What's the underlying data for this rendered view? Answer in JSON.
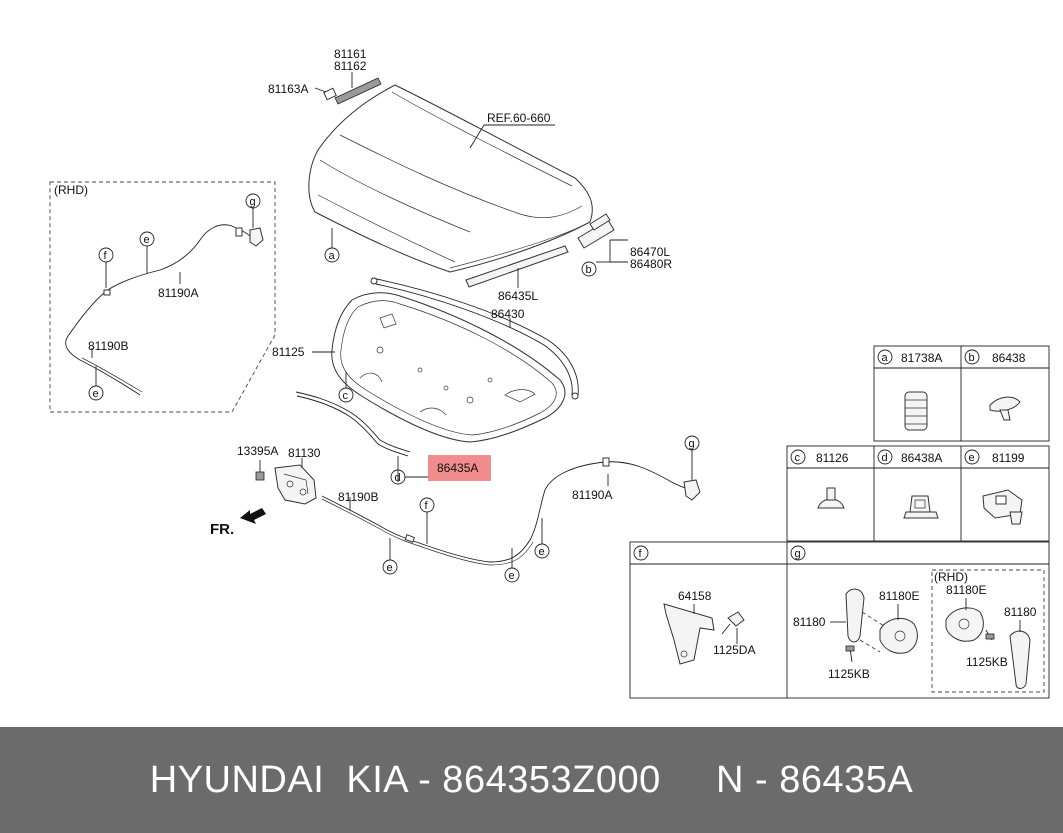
{
  "diagram": {
    "labels": {
      "p81161": "81161",
      "p81162": "81162",
      "p81163A": "81163A",
      "ref": "REF.60-660",
      "rhd_top": "(RHD)",
      "rhd_small": "(RHD)",
      "p81190A_left": "81190A",
      "p81190B_left": "81190B",
      "p86470L": "86470L",
      "p86480R": "86480R",
      "p86435L": "86435L",
      "p86430": "86430",
      "p81125": "81125",
      "p13395A": "13395A",
      "p81130": "81130",
      "p86435A": "86435A",
      "p81190B_mid": "81190B",
      "p81190A_right": "81190A",
      "fr": "FR."
    },
    "callouts": {
      "a": "a",
      "b": "b",
      "c": "c",
      "d": "d",
      "e": "e",
      "f": "f",
      "g": "g"
    },
    "highlight_color": "#f08c8c",
    "legend": {
      "a_part": "81738A",
      "b_part": "86438",
      "c_part": "81126",
      "d_part": "86438A",
      "e_part": "81199",
      "f_p1": "64158",
      "f_p2": "1125DA",
      "g_p1": "81180",
      "g_p2": "81180E",
      "g_p3": "1125KB",
      "g_rhd_p1": "81180E",
      "g_rhd_p2": "81180",
      "g_rhd_p3": "1125KB"
    }
  },
  "footer": {
    "text": "HYUNDAI  KIA - 864353Z000     N - 86435A"
  }
}
